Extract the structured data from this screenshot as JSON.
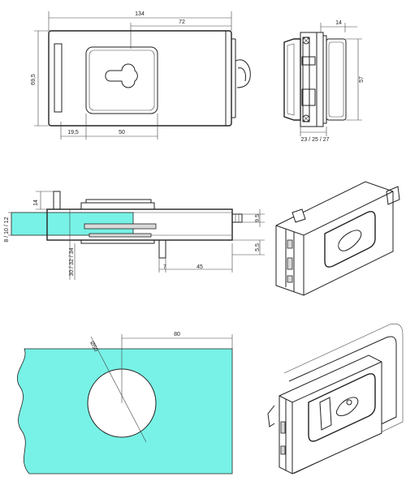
{
  "colors": {
    "glass": "#78f2e6",
    "line": "#222222",
    "background": "#ffffff"
  },
  "dims": {
    "front_width": "134",
    "keyhole_offset": "72",
    "height": "69,5",
    "left_offset": "19,5",
    "plate_width": "50",
    "side_thickness": "14",
    "side_height": "57",
    "glass_options": "23 / 25 / 27",
    "top_height": "14",
    "glass_thickness": "8 / 10 / 12",
    "depth_options": "30 / 32 / 34",
    "latch_height": "9,5",
    "bolt_height": "5,5",
    "bolt_offset": "7",
    "bolt_length": "45",
    "hole_offset": "80",
    "hole_diameter": "Ø50"
  }
}
